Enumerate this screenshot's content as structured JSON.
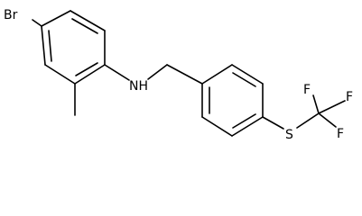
{
  "molecule": {
    "atoms": {
      "br": "Br",
      "nh": "NH",
      "s": "S",
      "f1": "F",
      "f2": "F",
      "f3": "F"
    }
  }
}
